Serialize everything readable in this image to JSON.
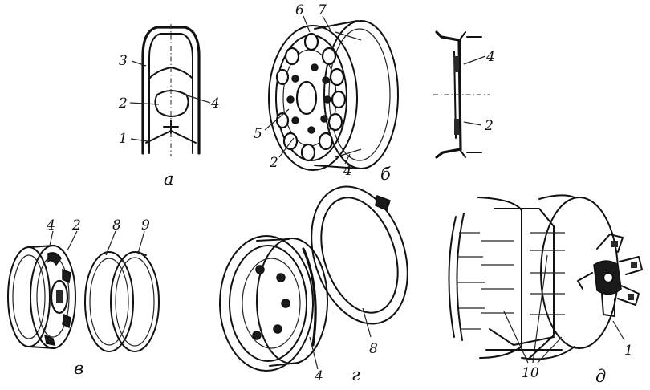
{
  "captions": {
    "a": "а",
    "b": "б",
    "v": "в",
    "g": "г",
    "d": "д"
  },
  "labels": {
    "a_3": "3",
    "a_2": "2",
    "a_1": "1",
    "a_4": "4",
    "b_6": "6",
    "b_7": "7",
    "b_5": "5",
    "b_2": "2",
    "b_4": "4",
    "s_4": "4",
    "s_2": "2",
    "v_4": "4",
    "v_2": "2",
    "v_8": "8",
    "v_9": "9",
    "g_4": "4",
    "g_8": "8",
    "d_1": "1",
    "d_10": "10"
  }
}
